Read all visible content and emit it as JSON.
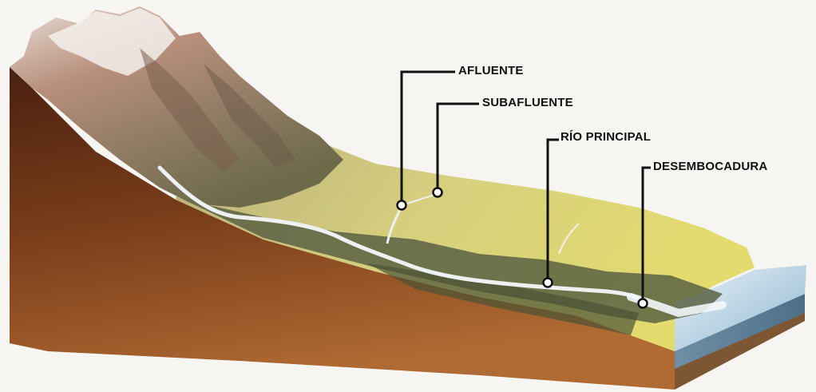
{
  "labels": {
    "afluente": "AFLUENTE",
    "subafluente": "SUBAFLUENTE",
    "rio_principal": "RÍO PRINCIPAL",
    "desembocadura": "DESEMBOCADURA"
  },
  "colors": {
    "soil_dark": "#5a2a10",
    "soil_light": "#a5602c",
    "plain": "#d9cf78",
    "mountain": "#b49a86",
    "snow": "#f4f0ec",
    "forest": "#5b6143",
    "river": "#eef1f2",
    "sea": "#9fc3dc",
    "leader": "#111111"
  }
}
